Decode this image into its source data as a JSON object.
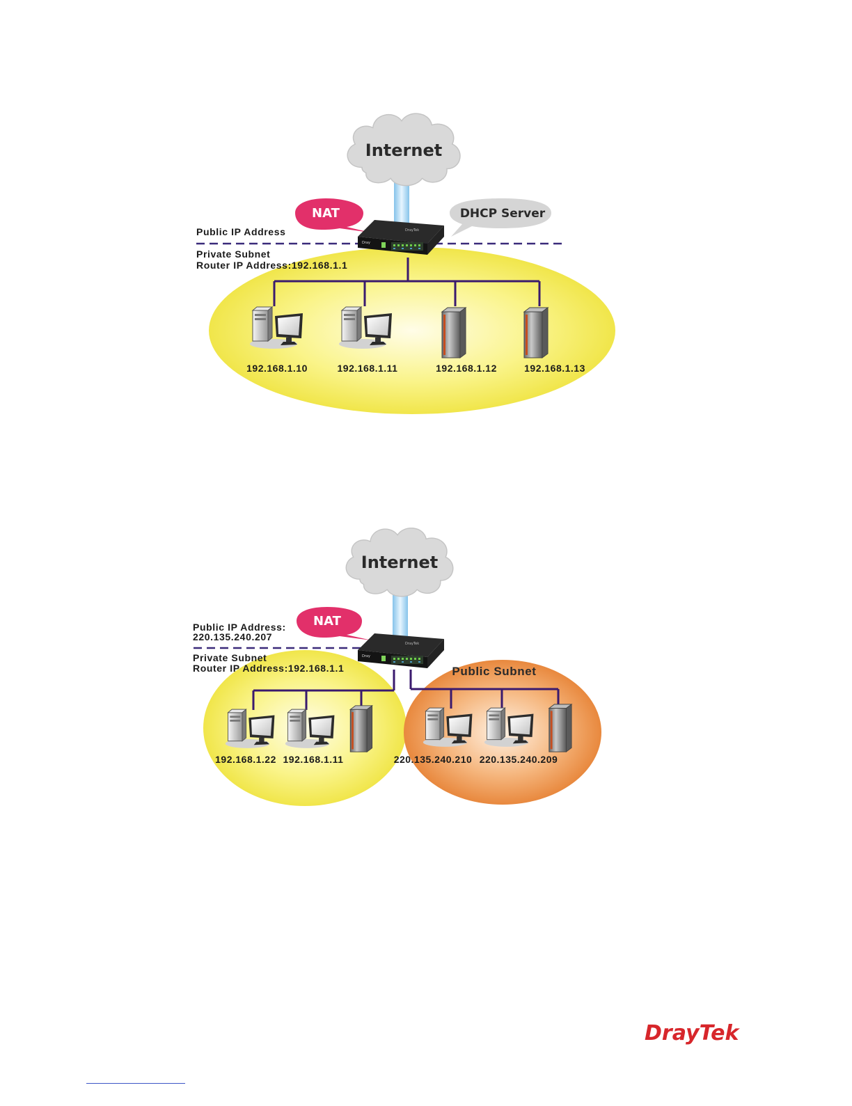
{
  "diagram1": {
    "cloud_label": "Internet",
    "nat_label": "NAT",
    "dhcp_label": "DHCP Server",
    "public_label": "Public IP Address",
    "private_line1": "Private Subnet",
    "private_line2": "Router IP Address:192.168.1.1",
    "devices": [
      {
        "ip": "192.168.1.10",
        "type": "pc"
      },
      {
        "ip": "192.168.1.11",
        "type": "pc"
      },
      {
        "ip": "192.168.1.12",
        "type": "server"
      },
      {
        "ip": "192.168.1.13",
        "type": "server"
      }
    ]
  },
  "diagram2": {
    "cloud_label": "Internet",
    "nat_label": "NAT",
    "public_line1": "Public IP Address:",
    "public_line2": "220.135.240.207",
    "private_line1": "Private Subnet",
    "private_line2": "Router IP Address:192.168.1.1",
    "public_subnet_label": "Public Subnet",
    "private_devices": [
      {
        "ip": "192.168.1.22",
        "type": "pc"
      },
      {
        "ip": "192.168.1.11",
        "type": "pc"
      },
      {
        "ip": "",
        "type": "server"
      }
    ],
    "public_devices": [
      {
        "ip": "220.135.240.210",
        "type": "pc"
      },
      {
        "ip": "220.135.240.209",
        "type": "pc"
      },
      {
        "ip": "",
        "type": "server"
      }
    ]
  },
  "footer": {
    "logo": "DrayTek"
  },
  "colors": {
    "line": "#3a1a6e",
    "dash": "#3a2a7a",
    "nat_bubble": "#e2306a",
    "cloud": "#d8d8d8",
    "yellow_zone": "#f3ec40",
    "orange_zone": "#ec8a3c",
    "logo_red": "#d7262b"
  }
}
